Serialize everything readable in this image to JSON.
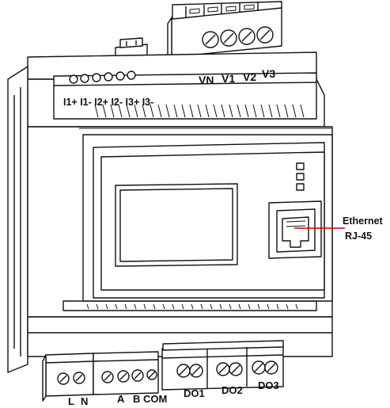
{
  "labels": {
    "voltage": [
      "VN",
      "V1",
      "V2",
      "V3"
    ],
    "current": "I1+ I1- I2+ I2- I3+ I3-",
    "power": [
      "L",
      "N"
    ],
    "rs485": [
      "A",
      "B",
      "COM"
    ],
    "outputs": [
      "DO1",
      "DO2",
      "DO3"
    ],
    "ethernet": [
      "Ethernet",
      "RJ-45"
    ]
  },
  "colors": {
    "line": "#111111",
    "callout": "#cc0000",
    "background": "#ffffff"
  }
}
